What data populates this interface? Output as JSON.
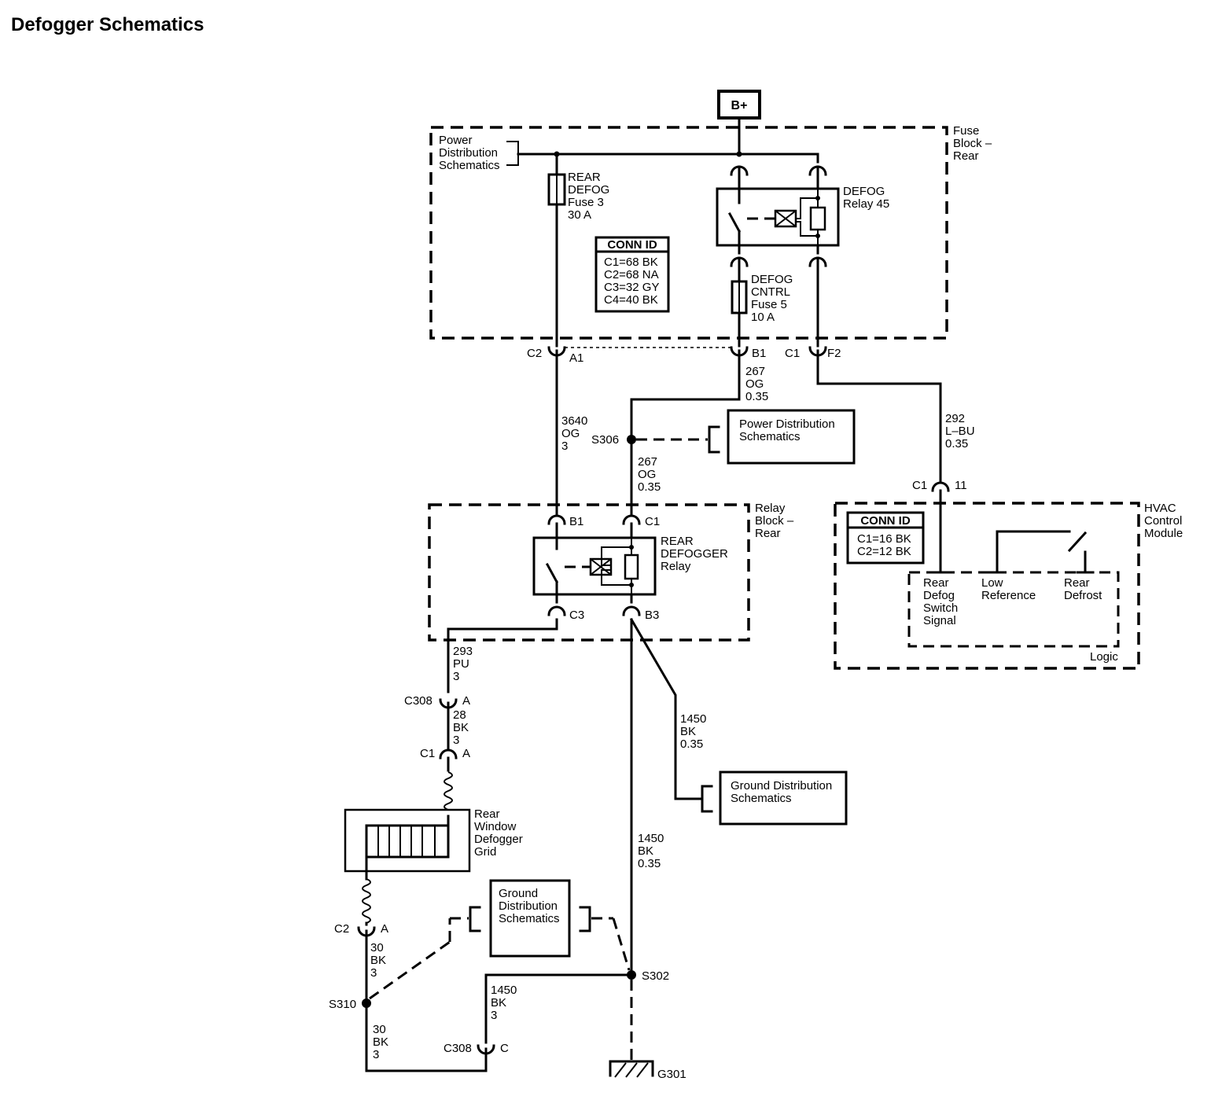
{
  "title": "Defogger Schematics",
  "battery": "B+",
  "fuse_block": {
    "label": [
      "Fuse",
      "Block –",
      "Rear"
    ],
    "power_dist": [
      "Power",
      "Distribution",
      "Schematics"
    ],
    "fuse3": [
      "REAR",
      "DEFOG",
      "Fuse 3",
      "30 A"
    ],
    "relay45": [
      "DEFOG",
      "Relay 45"
    ],
    "fuse5": [
      "DEFOG",
      "CNTRL",
      "Fuse 5",
      "10 A"
    ],
    "conn_id": {
      "title": "CONN ID",
      "rows": [
        "C1=68 BK",
        "C2=68 NA",
        "C3=32 GY",
        "C4=40 BK"
      ]
    },
    "connectors": {
      "c2": "C2",
      "a1": "A1",
      "b1": "B1",
      "c1": "C1",
      "f2": "F2"
    }
  },
  "wires": {
    "w267a": [
      "267",
      "OG",
      "0.35"
    ],
    "w3640": [
      "3640",
      "OG",
      "3"
    ],
    "w267b": [
      "267",
      "OG",
      "0.35"
    ],
    "w292": [
      "292",
      "L–BU",
      "0.35"
    ],
    "w293": [
      "293",
      "PU",
      "3"
    ],
    "w28": [
      "28",
      "BK",
      "3"
    ],
    "w1450a": [
      "1450",
      "BK",
      "0.35"
    ],
    "w1450b": [
      "1450",
      "BK",
      "0.35"
    ],
    "w30a": [
      "30",
      "BK",
      "3"
    ],
    "w30b": [
      "30",
      "BK",
      "3"
    ],
    "w1450c": [
      "1450",
      "BK",
      "3"
    ]
  },
  "splices": {
    "s306": "S306",
    "s302": "S302",
    "s310": "S310"
  },
  "power_dist_box": [
    "Power Distribution",
    "Schematics"
  ],
  "relay_block": {
    "label": [
      "Relay",
      "Block –",
      "Rear"
    ],
    "relay": [
      "REAR",
      "DEFOGGER",
      "Relay"
    ],
    "b1": "B1",
    "c1": "C1",
    "c3": "C3",
    "b3": "B3"
  },
  "hvac": {
    "label": [
      "HVAC",
      "Control",
      "Module"
    ],
    "c1": "C1",
    "pin11": "11",
    "conn_id": {
      "title": "CONN ID",
      "rows": [
        "C1=16 BK",
        "C2=12 BK"
      ]
    },
    "signals": {
      "rear_defog": [
        "Rear",
        "Defog",
        "Switch",
        "Signal"
      ],
      "low_ref": [
        "Low",
        "Reference"
      ],
      "rear_defrost": [
        "Rear",
        "Defrost"
      ]
    },
    "logic": "Logic"
  },
  "ground_box_1": [
    "Ground Distribution",
    "Schematics"
  ],
  "ground_box_2": [
    "Ground",
    "Distribution",
    "Schematics"
  ],
  "defogger_grid": [
    "Rear",
    "Window",
    "Defogger",
    "Grid"
  ],
  "connectors_low": {
    "c308a": "C308",
    "a1": "A",
    "c1": "C1",
    "a2": "A",
    "c2": "C2",
    "a3": "A",
    "c308c": "C308",
    "c": "C"
  },
  "ground": "G301"
}
